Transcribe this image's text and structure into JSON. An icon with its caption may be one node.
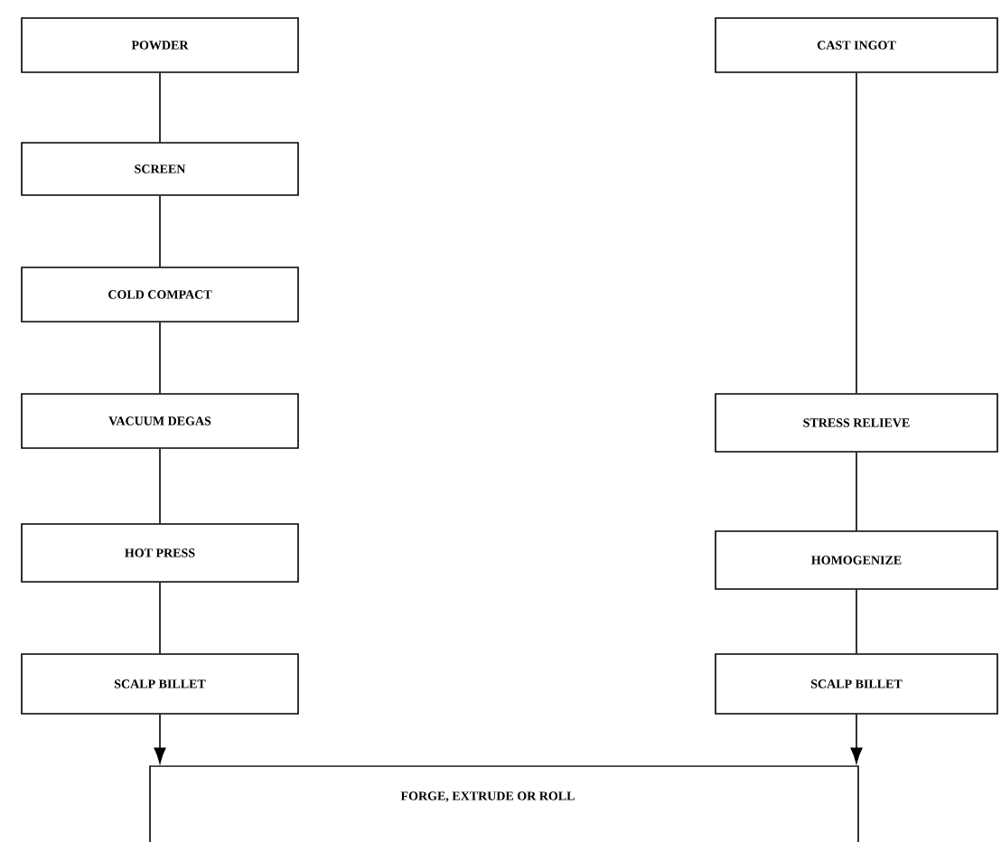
{
  "diagram": {
    "nodes": [
      {
        "text": [
          "POWDER"
        ]
      },
      {
        "text": [
          "SCREEN"
        ]
      },
      {
        "text": [
          "COLD COMPACT"
        ]
      },
      {
        "text": [
          "VACUUM DEGAS"
        ]
      },
      {
        "text": [
          "HOT PRESS"
        ]
      },
      {
        "text": [
          "SCALP BILLET"
        ]
      },
      {
        "text": [
          "CAST INGOT"
        ]
      },
      {
        "text": [
          "STRESS RELIEVE"
        ]
      },
      {
        "text": [
          "HOMOGENIZE"
        ]
      },
      {
        "text": [
          "SCALP BILLET"
        ]
      },
      {
        "text": [
          "FORGE, EXTRUDE OR ROLL"
        ]
      }
    ],
    "edges": [
      {
        "from": 0,
        "to": 1,
        "arrow": "none"
      },
      {
        "from": 1,
        "to": 2,
        "arrow": "none"
      },
      {
        "from": 2,
        "to": 3,
        "arrow": "none"
      },
      {
        "from": 3,
        "to": 4,
        "arrow": "none"
      },
      {
        "from": 4,
        "to": 5,
        "arrow": "none"
      },
      {
        "from": 6,
        "to": 7,
        "arrow": "none"
      },
      {
        "from": 7,
        "to": 8,
        "arrow": "none"
      },
      {
        "from": 8,
        "to": 9,
        "arrow": "none"
      },
      {
        "from": 5,
        "to": 10,
        "arrow": "to"
      },
      {
        "from": 9,
        "to": 10,
        "arrow": "to"
      }
    ]
  }
}
